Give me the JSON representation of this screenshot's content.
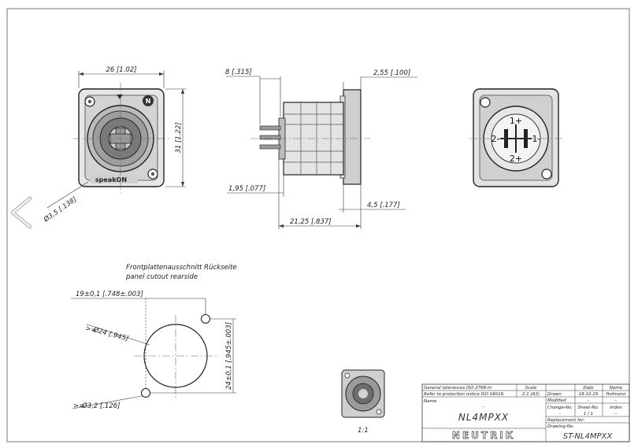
{
  "top_view": {
    "width_dim": "26 [1.02]",
    "height_dim": "31 [1.22]",
    "hole_dim": "Ø3,5 [.138]",
    "brand_text": "speakON"
  },
  "side_view": {
    "dim_a": "8 [.315]",
    "dim_b": "2,55 [.100]",
    "dim_c": "1,95 [.077]",
    "dim_d": "4,5 [.177]",
    "dim_e": "21,25 [.837]"
  },
  "contact_view": {
    "pin_1p": "1+",
    "pin_1m": "1-",
    "pin_2p": "2+",
    "pin_2m": "2-"
  },
  "cutout": {
    "title_de": "Frontplattenausschnitt Rückseite",
    "title_en": "panel cutout rearside",
    "dim_offset": "19±0,1 [.748±.003]",
    "dim_diam": "Ø24 [.945]",
    "dim_height": "24±0,1 [.945±.003]",
    "dim_hole": "Ø3,2 [.126]",
    "min_prefix": ">="
  },
  "thumbnail": {
    "scale_label": "1:1"
  },
  "title_block": {
    "tol_line1": "General tolerances ISO 2768-m",
    "tol_line2": "Refer to protection notice ISO 16016.",
    "scale_label": "Scale",
    "scale_value": "2:1 (A3)",
    "name_label": "Name",
    "name_dash": "-",
    "part_name": "NL4MPXX",
    "col_date": "Date",
    "col_name": "Name",
    "drawn_label": "Drawn",
    "drawn_date": "18.10.19",
    "drawn_by": "Hofmann",
    "modified_label": "Modified",
    "modified_date": "-",
    "modified_by": "-",
    "change_label": "Change-No.",
    "sheet_label": "Sheet-No.",
    "index_label": "Index",
    "change_value": "-",
    "sheet_value": "1 / 1",
    "index_value": "-",
    "replacement_label": "Replacement for:",
    "drawing_label": "Drawing-No.",
    "drawing_no": "ST-NL4MPXX",
    "logo": "NEUTRIK"
  }
}
